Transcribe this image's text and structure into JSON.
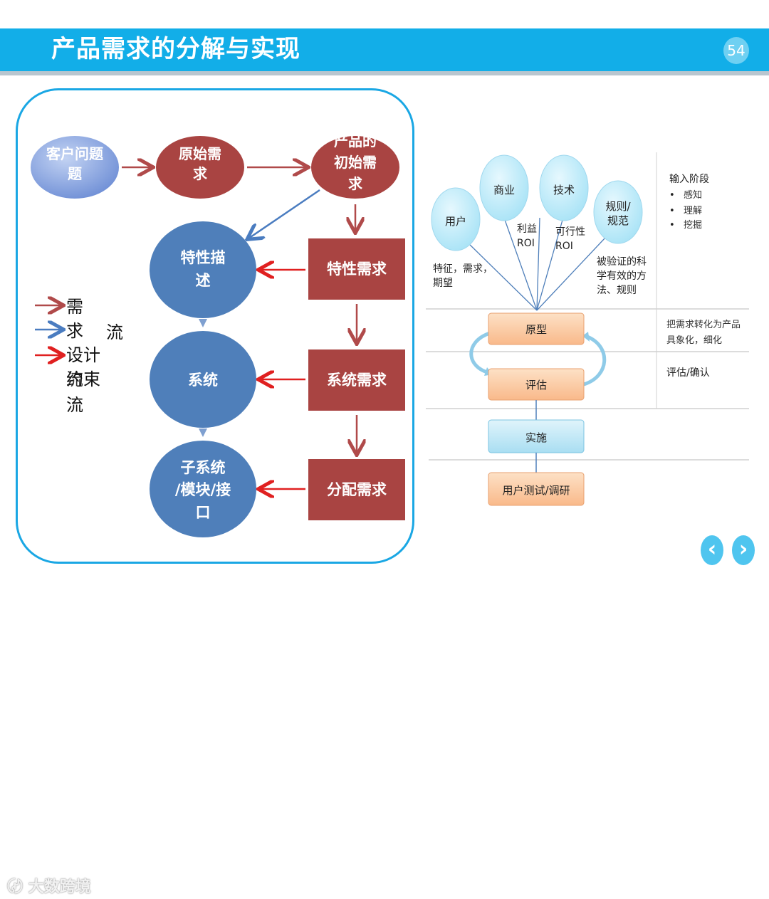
{
  "header": {
    "title": "产品需求的分解与实现",
    "page_number": "54",
    "color": "#12aee8"
  },
  "left_diagram": {
    "nodes": {
      "customer_problem": "客户问题",
      "raw_req_1": "原始需",
      "raw_req_2": "求",
      "init_req_1": "产品的",
      "init_req_2": "初始需",
      "init_req_3": "求",
      "feature_desc_1": "特性描",
      "feature_desc_2": "述",
      "feature_req": "特性需求",
      "system": "系统",
      "system_req": "系统需求",
      "subsystem_1": "子系统",
      "subsystem_2": "/模块/接",
      "subsystem_3": "口",
      "allocated_req": "分配需求"
    },
    "legend": {
      "line1": "需",
      "line2": "求",
      "flow": "流",
      "line3": "设计",
      "line4a": "约束",
      "line4b": "流",
      "line5": "流",
      "colors": [
        "#b04a4a",
        "#4a7cc0",
        "#e02020"
      ]
    },
    "colors": {
      "red_node": "#a94442",
      "blue_node": "#4f7fba",
      "customer_node": "#8aa8e0"
    }
  },
  "right_diagram": {
    "bubbles": [
      "用户",
      "商业",
      "技术",
      "规则/",
      "规范"
    ],
    "bubble_labels": {
      "user_1": "特征，需求，",
      "user_2": "期望",
      "biz_1": "利益",
      "biz_2": "ROI",
      "tech_1": "可行性",
      "tech_2": "ROI",
      "rule_1": "被验证的科",
      "rule_2": "学有效的方",
      "rule_3": "法、规则"
    },
    "stages": {
      "input_title": "输入阶段",
      "input_items": [
        "感知",
        "理解",
        "挖掘"
      ],
      "convert_1": "把需求转化为产品",
      "convert_2": "具象化，细化",
      "eval": "评估/确认"
    },
    "boxes": {
      "prototype": "原型",
      "evaluate": "评估",
      "implement": "实施",
      "user_test": "用户测试/调研"
    }
  },
  "watermark": "大数跨境",
  "nav": {
    "prev": "‹",
    "next": "›"
  }
}
